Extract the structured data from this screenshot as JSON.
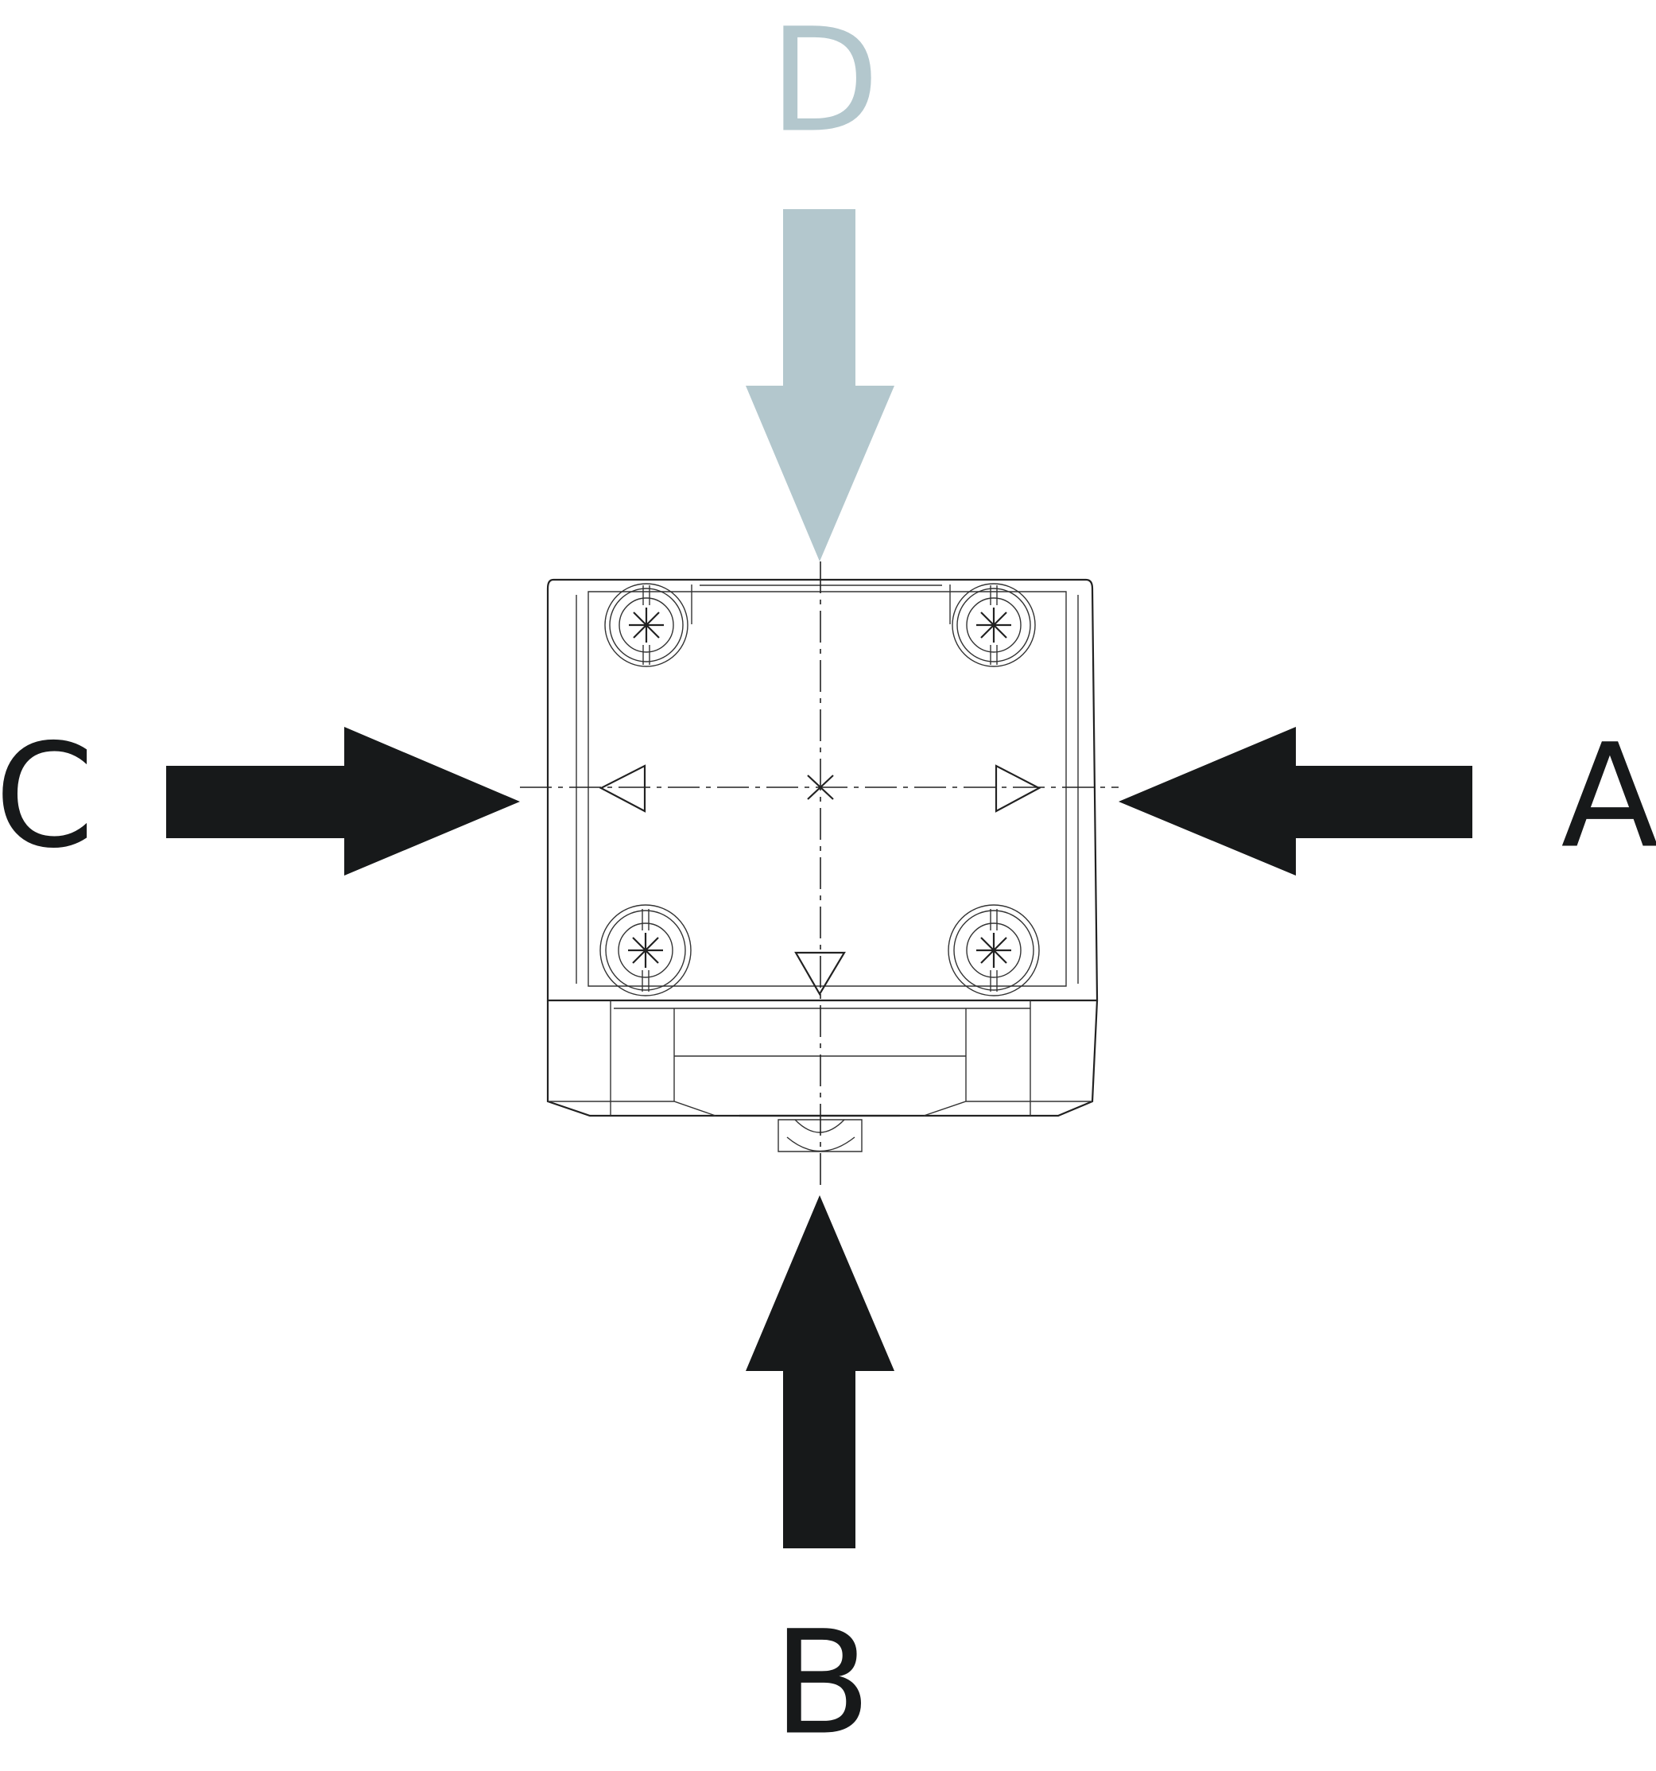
{
  "labels": {
    "a": "A",
    "b": "B",
    "c": "C",
    "d": "D"
  },
  "colors": {
    "arrow_dark": "#17191a",
    "arrow_highlight": "#b3c7cd"
  },
  "icons": {
    "screws": "phillips-screw-icon",
    "markers": "triangle-marker-icon"
  }
}
